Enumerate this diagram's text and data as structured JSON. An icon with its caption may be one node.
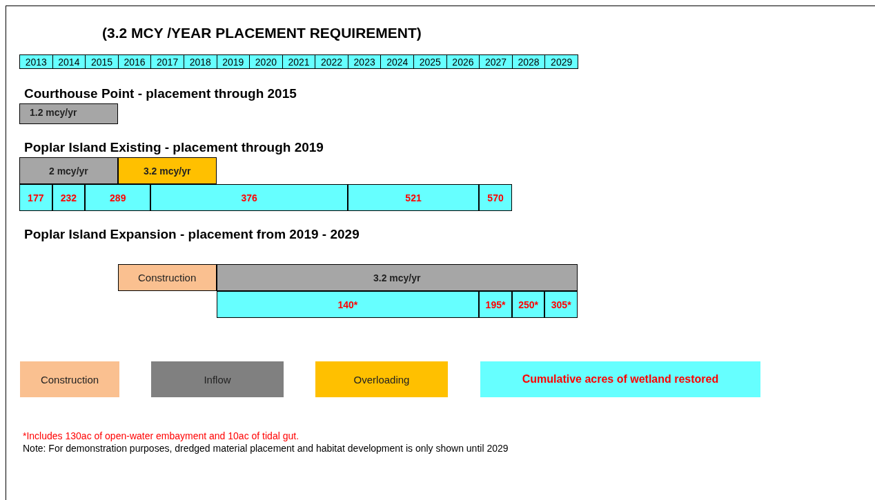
{
  "diagram": {
    "title": "(3.2 MCY /YEAR PLACEMENT REQUIREMENT)",
    "nodes": [
      {
        "text": [
          "1.2 mcy/yr"
        ]
      },
      {
        "text": [
          "2 mcy/yr"
        ]
      },
      {
        "text": [
          "3.2 mcy/yr"
        ]
      },
      {
        "text": [
          "177"
        ]
      },
      {
        "text": [
          "232"
        ]
      },
      {
        "text": [
          "289"
        ]
      },
      {
        "text": [
          "376"
        ]
      },
      {
        "text": [
          "521"
        ]
      },
      {
        "text": [
          "570"
        ]
      },
      {
        "text": [
          "Construction"
        ]
      },
      {
        "text": [
          "3.2 mcy/yr"
        ]
      },
      {
        "text": [
          "140*"
        ]
      },
      {
        "text": [
          "195*"
        ]
      },
      {
        "text": [
          "250*"
        ]
      },
      {
        "text": [
          "305*"
        ]
      }
    ],
    "labels": [
      "2013",
      "2014",
      "2015",
      "2016",
      "2017",
      "2018",
      "2019",
      "2020",
      "2021",
      "2022",
      "2023",
      "2024",
      "2025",
      "2026",
      "2027",
      "2028",
      "2029",
      "Courthouse Point - placement through 2015",
      "Poplar Island Existing - placement through 2019",
      "Poplar Island Expansion - placement from 2019 - 2029",
      "*Includes 130ac of open-water embayment and 10ac of tidal gut.",
      "Note: For demonstration purposes, dredged material placement and habitat development is only shown until 2029"
    ],
    "legend": [
      {
        "text": "Construction",
        "color": "#fac090"
      },
      {
        "text": "Inflow",
        "color": "#808080"
      },
      {
        "text": "Overloading",
        "color": "#ffc000"
      },
      {
        "text": "Cumulative acres of wetland restored",
        "color": "#66ffff"
      }
    ]
  }
}
